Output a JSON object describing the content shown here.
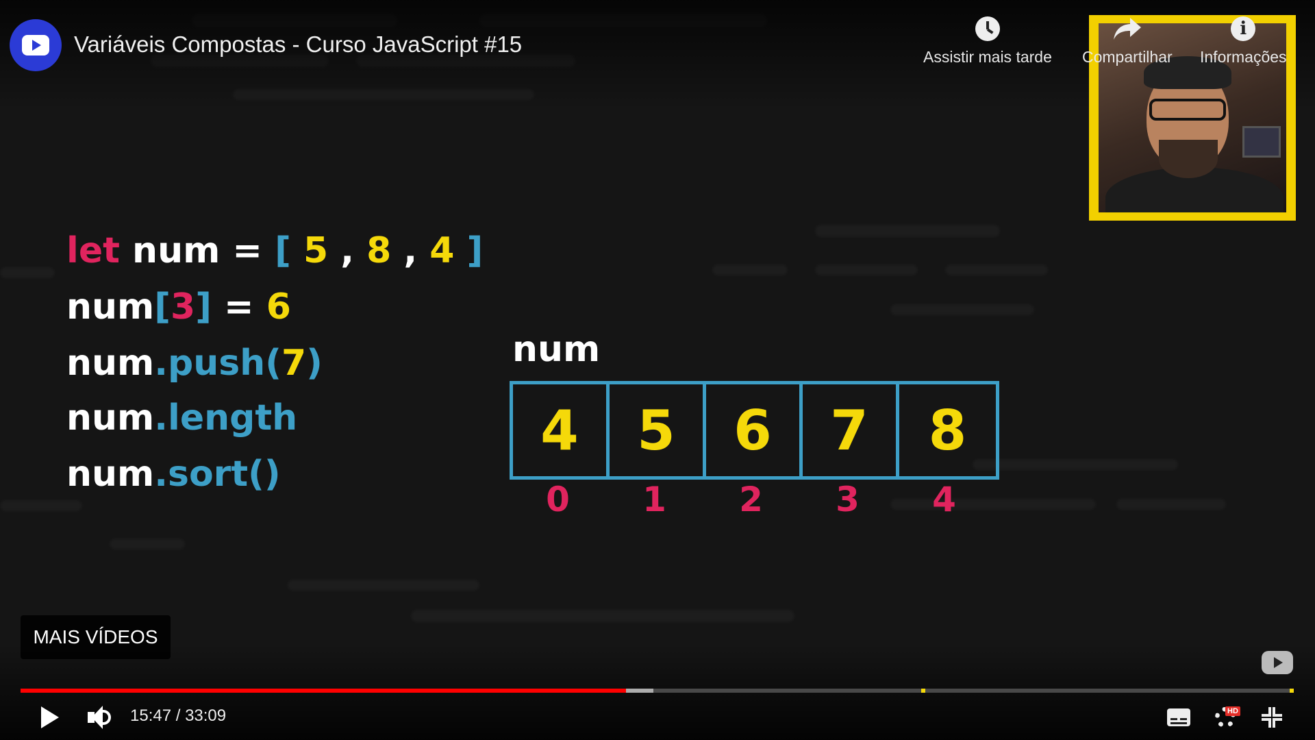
{
  "header": {
    "video_title": "Variáveis Compostas - Curso JavaScript #15",
    "actions": [
      {
        "label": "Assistir mais tarde",
        "icon": "clock-icon"
      },
      {
        "label": "Compartilhar",
        "icon": "share-icon"
      },
      {
        "label": "Informações",
        "icon": "info-icon"
      }
    ]
  },
  "code": {
    "line1": {
      "kw": "let",
      "name": " num = ",
      "open": "[ ",
      "v1": "5",
      "sep1": " , ",
      "v2": "8",
      "sep2": " , ",
      "v3": "4",
      "close": " ]"
    },
    "line2": {
      "name": "num",
      "open": "[",
      "idx": "3",
      "close": "]",
      "eq": " = ",
      "val": "6"
    },
    "line3": {
      "name": "num",
      "method": ".push(",
      "arg": "7",
      "close": ")"
    },
    "line4": {
      "name": "num",
      "method": ".length"
    },
    "line5": {
      "name": "num",
      "method": ".sort()"
    }
  },
  "array_diagram": {
    "label": "num",
    "values": [
      "4",
      "5",
      "6",
      "7",
      "8"
    ],
    "indices": [
      "0",
      "1",
      "2",
      "3",
      "4"
    ]
  },
  "more_videos_label": "MAIS VÍDEOS",
  "player": {
    "current_time": "15:47",
    "duration": "33:09",
    "time_display": "15:47 / 33:09",
    "played_fraction": 0.4757,
    "buffered_fraction": 0.4972,
    "chapter_markers": [
      0.7094,
      0.9989
    ],
    "hd_badge": "HD",
    "colors": {
      "progress_played": "#ff0000",
      "marker": "#f5d90a",
      "cam_border": "#f2d000"
    }
  },
  "theme": {
    "keyword": "#e0245e",
    "method": "#3d9fc7",
    "number": "#f5d90a",
    "background": "#151515"
  }
}
